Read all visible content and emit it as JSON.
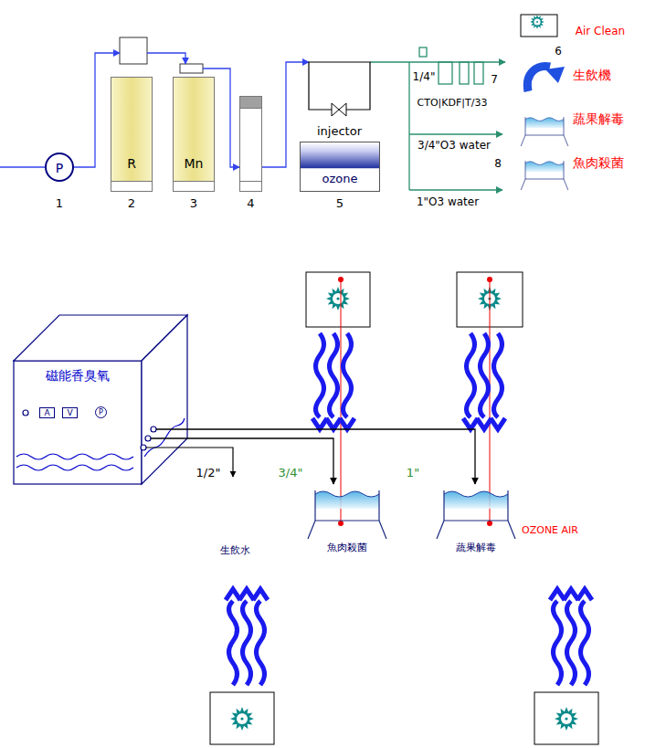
{
  "diagram": {
    "nodes": [
      {
        "text": [
          "P",
          "1"
        ]
      },
      {
        "text": [
          "R",
          "2"
        ]
      },
      {
        "text": [
          "Mn",
          "3"
        ]
      },
      {
        "text": [
          "4"
        ]
      },
      {
        "text": [
          "injector"
        ]
      },
      {
        "text": [
          "ozone",
          "5"
        ]
      },
      {
        "text": [
          "磁能香臭氧"
        ]
      },
      {
        "text": [
          "A"
        ],
        "in": 6
      },
      {
        "text": [
          "V"
        ],
        "in": 6
      },
      {
        "text": [
          "P"
        ],
        "in": 6
      },
      {
        "text": [
          "魚肉殺菌"
        ]
      },
      {
        "text": [
          "蔬果解毒"
        ]
      }
    ],
    "edges": [
      {
        "from": 0,
        "to": 1,
        "arrow": "to"
      },
      {
        "from": 1,
        "to": 2,
        "arrow": "to"
      },
      {
        "from": 2,
        "to": 3,
        "arrow": "to"
      },
      {
        "from": 3,
        "to": 4,
        "arrow": "to"
      },
      {
        "from": 6,
        "to": 10,
        "label": "3/4\"",
        "arrow": "to"
      },
      {
        "from": 6,
        "to": 11,
        "label": "1\"",
        "arrow": "to"
      }
    ],
    "labels": [
      "Air Clean",
      "6",
      "生飲機",
      "蔬果解毒",
      "魚肉殺菌",
      "1/4\"",
      "7",
      "CTO|KDF|T/33",
      "3/4\"O3 water",
      "8",
      "1\"O3 water",
      "1/2\"",
      "生飲水",
      "OZONE AIR"
    ]
  }
}
